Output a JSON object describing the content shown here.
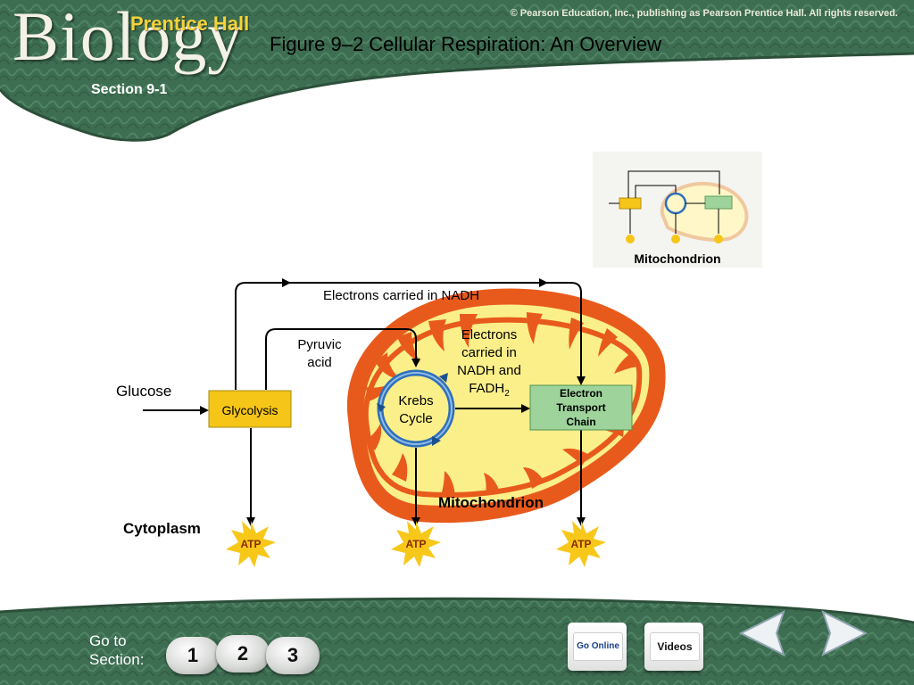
{
  "header": {
    "logo_main": "Biology",
    "logo_sub": "Prentice Hall",
    "copyright": "© Pearson Education, Inc., publishing as Pearson Prentice Hall. All rights reserved.",
    "title": "Figure 9–2 Cellular Respiration: An Overview",
    "section": "Section 9-1"
  },
  "diagram": {
    "inset_label": "Mitochondrion",
    "electrons_nadh": "Electrons carried in NADH",
    "pyruvic_1": "Pyruvic",
    "pyruvic_2": "acid",
    "electrons_fadh_1": "Electrons",
    "electrons_fadh_2": "carried in",
    "electrons_fadh_3": "NADH and",
    "electrons_fadh_4": "FADH",
    "electrons_fadh_sub": "2",
    "glucose": "Glucose",
    "glycolysis": "Glycolysis",
    "krebs_1": "Krebs",
    "krebs_2": "Cycle",
    "etc_1": "Electron",
    "etc_2": "Transport",
    "etc_3": "Chain",
    "mitochondrion": "Mitochondrion",
    "cytoplasm": "Cytoplasm",
    "atp": "ATP",
    "colors": {
      "membrane": "#e85a1c",
      "matrix": "#fbef8a",
      "glycolysis": "#f5c518",
      "etc": "#9ed49c",
      "krebs": "#2f6fb8"
    }
  },
  "footer": {
    "go_to": "Go to Section:",
    "buttons": [
      "1",
      "2",
      "3"
    ],
    "go_online": "Go Online",
    "videos": "Videos",
    "prev_icon": "left-arrow-icon",
    "next_icon": "right-arrow-icon"
  }
}
